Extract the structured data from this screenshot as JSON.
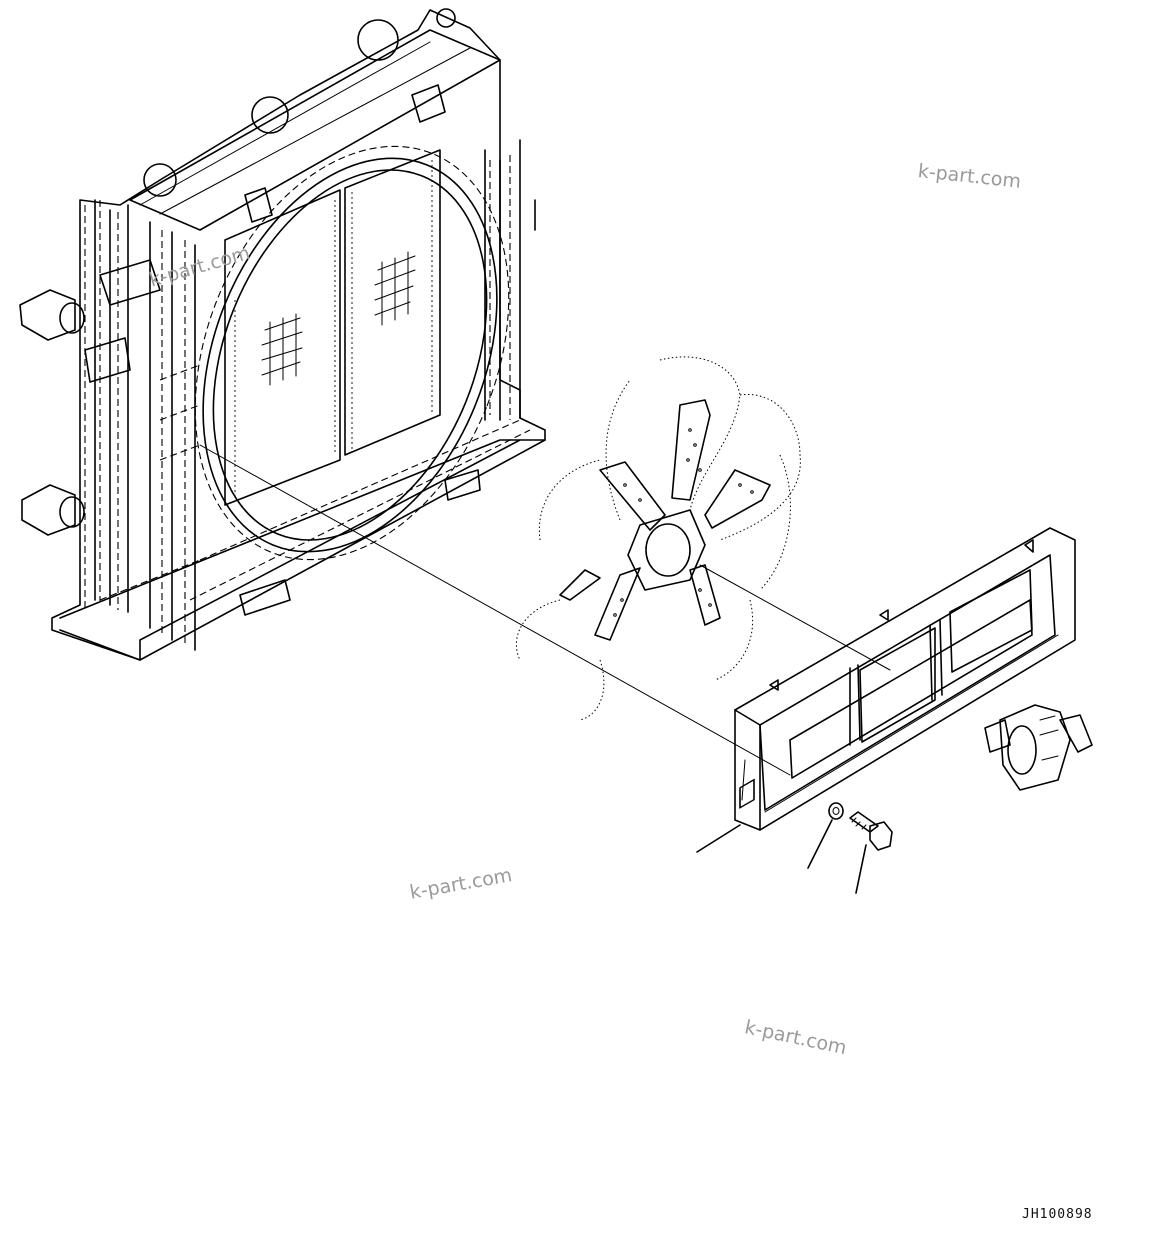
{
  "watermarks": [
    "k-part.com",
    "k-part.com",
    "k-part.com",
    "k-part.com"
  ],
  "drawing_code": "JH100898"
}
